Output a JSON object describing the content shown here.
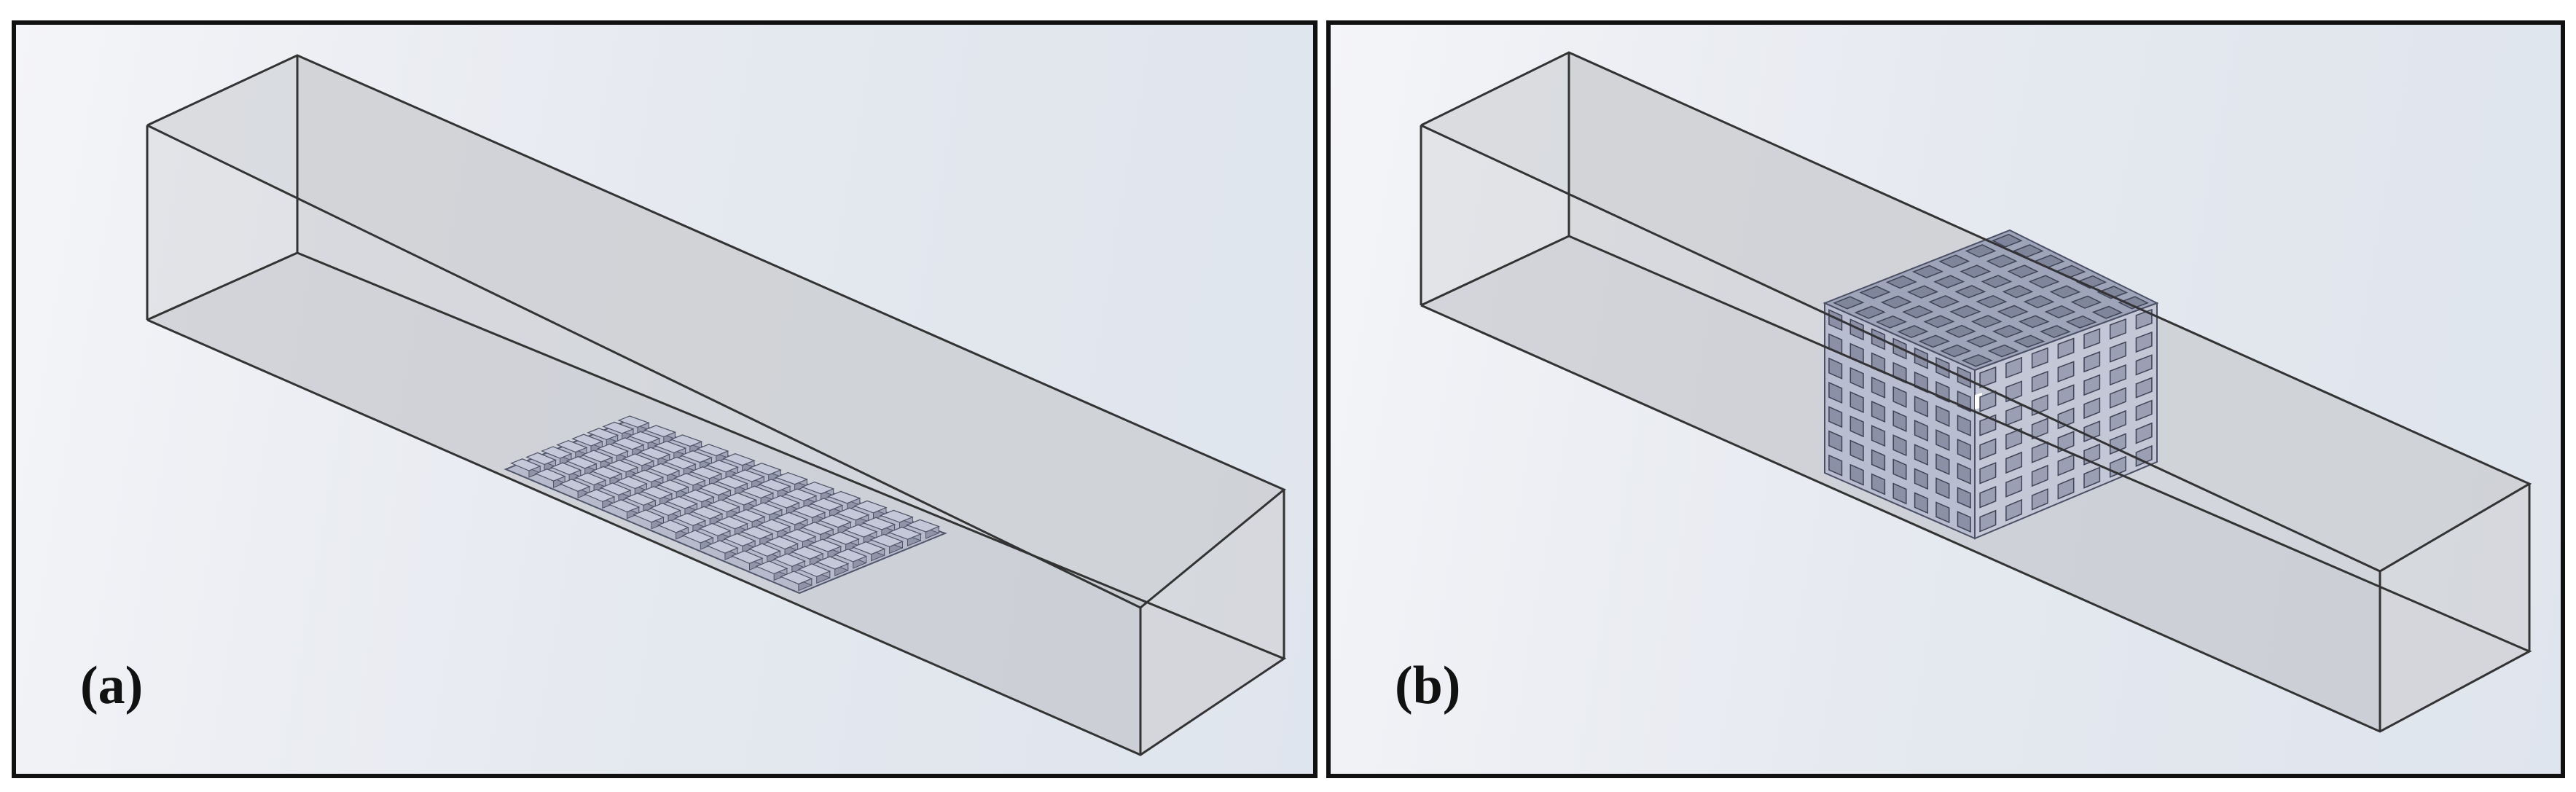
{
  "panels": [
    {
      "id": "a",
      "label": "(a)",
      "insert": "base-plate-with-raised-square-pads"
    },
    {
      "id": "b",
      "label": "(b)",
      "insert": "hollow-cube-with-square-perforations"
    }
  ],
  "colors": {
    "frame": "#111111",
    "duct_fill": "#c9cbcf",
    "duct_edge": "#333333",
    "insert_fill": "#b8bdd0",
    "insert_edge": "#555a6e"
  }
}
